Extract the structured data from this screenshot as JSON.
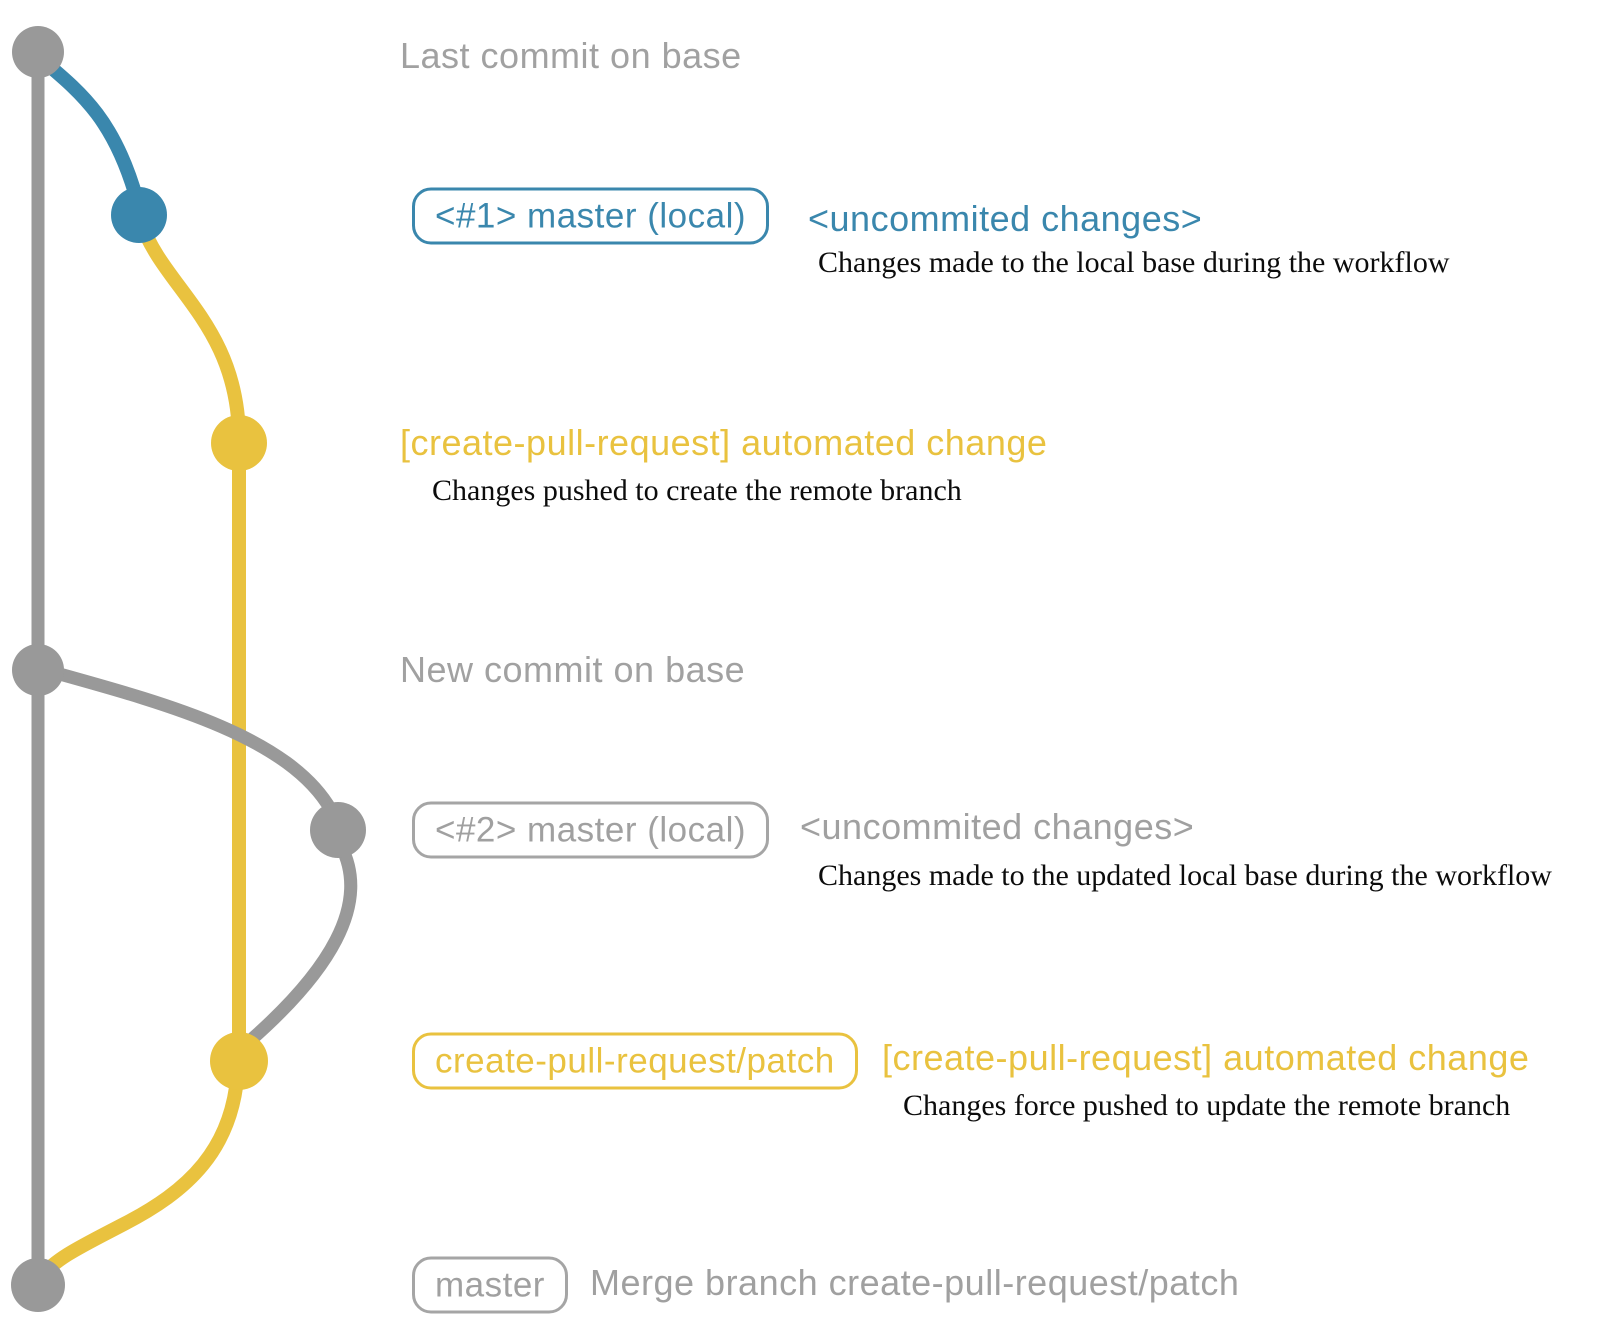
{
  "colors": {
    "branch_blue": "#3a87ad",
    "branch_yellow": "#e9c23f",
    "branch_gray": "#999999",
    "label_gray": "#a1a1a1",
    "note_black": "#0c0c0c"
  },
  "graph": {
    "dots": [
      "last-commit-on-base",
      "uncommitted-changes-1",
      "automated-change-1",
      "new-commit-on-base",
      "uncommitted-changes-2",
      "automated-change-2",
      "merge-commit"
    ]
  },
  "rows": {
    "last_commit": {
      "label": "Last commit on base"
    },
    "commit1": {
      "badge": "<#1> master (local)",
      "message": "<uncommited changes>",
      "note": "Changes made to the local base during the workflow"
    },
    "push1": {
      "message": "[create-pull-request] automated change",
      "note": "Changes pushed to create the remote branch"
    },
    "new_commit": {
      "label": "New commit on base"
    },
    "commit2": {
      "badge": "<#2> master (local)",
      "message": "<uncommited changes>",
      "note": "Changes made to the updated local base during the workflow"
    },
    "push2": {
      "badge": "create-pull-request/patch",
      "message": "[create-pull-request] automated change",
      "note": "Changes force pushed to update the remote branch"
    },
    "merge": {
      "badge": "master",
      "message": "Merge branch create-pull-request/patch"
    }
  }
}
